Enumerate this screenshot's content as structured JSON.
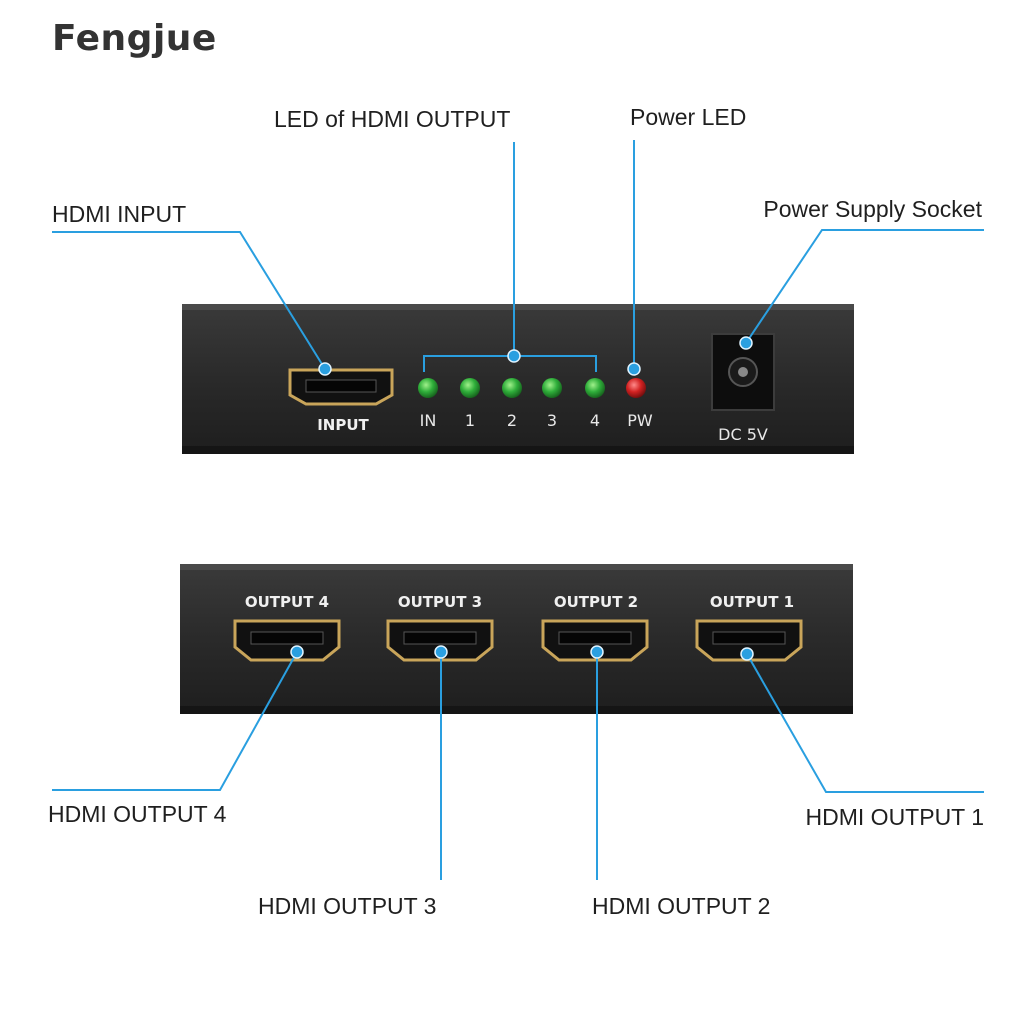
{
  "brand": "Fengjue",
  "callouts": {
    "led_hdmi_output": "LED of HDMI OUTPUT",
    "power_led": "Power LED",
    "hdmi_input": "HDMI INPUT",
    "power_supply_socket": "Power Supply Socket",
    "hdmi_output_4": "HDMI OUTPUT 4",
    "hdmi_output_3": "HDMI OUTPUT 3",
    "hdmi_output_2": "HDMI OUTPUT 2",
    "hdmi_output_1": "HDMI OUTPUT 1"
  },
  "front_panel": {
    "input_label": "INPUT",
    "leds": [
      {
        "label": "IN",
        "color": "#2fae3a"
      },
      {
        "label": "1",
        "color": "#2fae3a"
      },
      {
        "label": "2",
        "color": "#2fae3a"
      },
      {
        "label": "3",
        "color": "#2fae3a"
      },
      {
        "label": "4",
        "color": "#2fae3a"
      },
      {
        "label": "PW",
        "color": "#d22222"
      }
    ],
    "dc_label": "DC 5V"
  },
  "back_panel": {
    "ports": [
      {
        "label": "OUTPUT 4"
      },
      {
        "label": "OUTPUT 3"
      },
      {
        "label": "OUTPUT 2"
      },
      {
        "label": "OUTPUT 1"
      }
    ]
  },
  "colors": {
    "leader": "#2a9fe0",
    "device_body": "#2b2b2b",
    "hdmi_port_trim": "#c9a55a"
  }
}
